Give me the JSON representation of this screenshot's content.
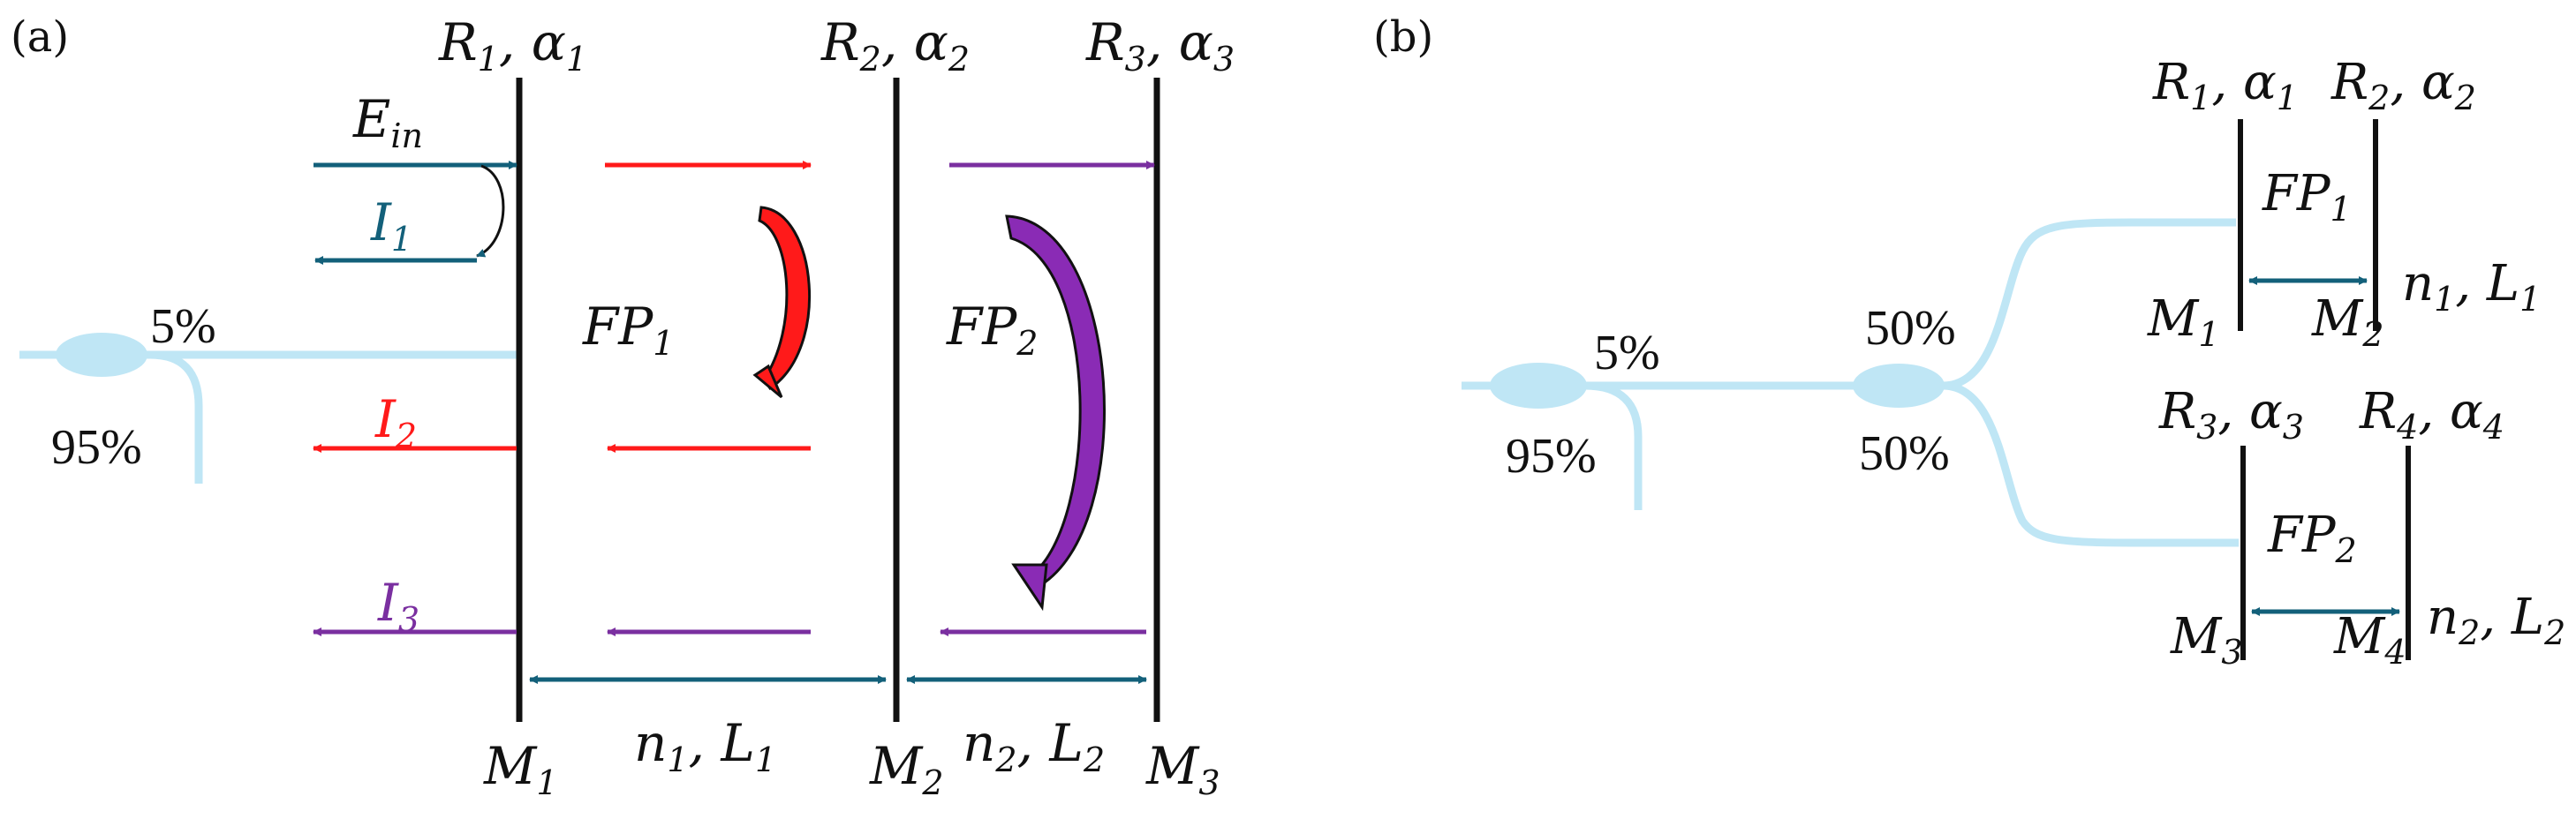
{
  "colors": {
    "fiber": "#bfe6f5",
    "teal": "#13607a",
    "red": "#ff1a1a",
    "purple": "#7a2fa0",
    "purple_fill": "#8a2bb5",
    "black": "#111111"
  },
  "panel_a": {
    "label": "(a)",
    "mirror_params": [
      {
        "main": "R",
        "sub1": "1",
        "sep": ", α",
        "sub2": "1"
      },
      {
        "main": "R",
        "sub1": "2",
        "sep": ", α",
        "sub2": "2"
      },
      {
        "main": "R",
        "sub1": "3",
        "sep": ", α",
        "sub2": "3"
      }
    ],
    "mirrors": [
      {
        "main": "M",
        "sub": "1"
      },
      {
        "main": "M",
        "sub": "2"
      },
      {
        "main": "M",
        "sub": "3"
      }
    ],
    "e_in": {
      "main": "E",
      "sub": "in"
    },
    "i1": {
      "main": "I",
      "sub": "1"
    },
    "i2": {
      "main": "I",
      "sub": "2"
    },
    "i3": {
      "main": "I",
      "sub": "3"
    },
    "fp1": {
      "main": "FP",
      "sub": "1"
    },
    "fp2": {
      "main": "FP",
      "sub": "2"
    },
    "len1": {
      "main": "n",
      "sub1": "1",
      "sep": ", L",
      "sub2": "1"
    },
    "len2": {
      "main": "n",
      "sub1": "2",
      "sep": ", L",
      "sub2": "2"
    },
    "pct_tap": "5%",
    "pct_through": "95%"
  },
  "panel_b": {
    "label": "(b)",
    "pct_tap": "5%",
    "pct_through": "95%",
    "split_top": "50%",
    "split_bottom": "50%",
    "top_params_left": {
      "main": "R",
      "sub1": "1",
      "sep": ", α",
      "sub2": "1"
    },
    "top_params_right": {
      "main": "R",
      "sub1": "2",
      "sep": ", α",
      "sub2": "2"
    },
    "bottom_params_left": {
      "main": "R",
      "sub1": "3",
      "sep": ", α",
      "sub2": "3"
    },
    "bottom_params_right": {
      "main": "R",
      "sub1": "4",
      "sep": ", α",
      "sub2": "4"
    },
    "fp1": {
      "main": "FP",
      "sub": "1"
    },
    "fp2": {
      "main": "FP",
      "sub": "2"
    },
    "m1": {
      "main": "M",
      "sub": "1"
    },
    "m2": {
      "main": "M",
      "sub": "2"
    },
    "m3": {
      "main": "M",
      "sub": "3"
    },
    "m4": {
      "main": "M",
      "sub": "4"
    },
    "len1": {
      "main": "n",
      "sub1": "1",
      "sep": ", L",
      "sub2": "1"
    },
    "len2": {
      "main": "n",
      "sub1": "2",
      "sep": ", L",
      "sub2": "2"
    }
  }
}
